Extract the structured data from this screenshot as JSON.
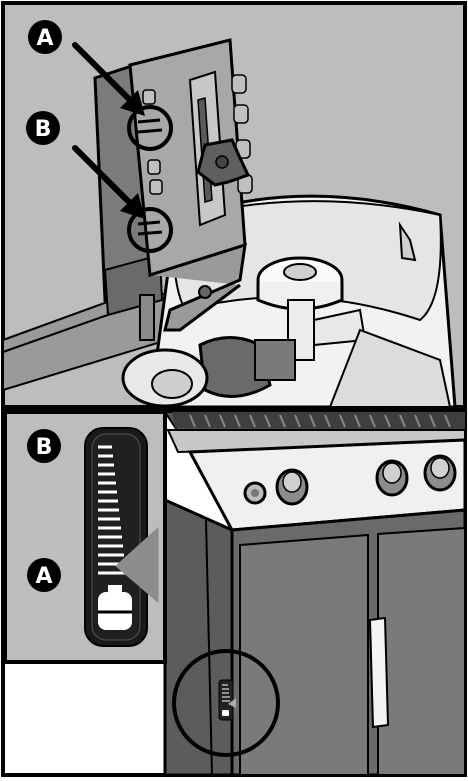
{
  "illustration": {
    "type": "instruction-manual-diagram",
    "top_panel": {
      "callouts": [
        {
          "letter": "A"
        },
        {
          "letter": "B"
        }
      ]
    },
    "bottom_panel": {
      "gauge_labels": [
        {
          "letter": "B"
        },
        {
          "letter": "A"
        }
      ],
      "gauge_indicator_level": 0.28
    },
    "colors": {
      "outline": "#000000",
      "dark_gray": "#5a5a5a",
      "mid_gray": "#8c8c8c",
      "light_gray": "#d9d9d9",
      "background_gray": "#bdbdbd",
      "white": "#ffffff"
    }
  }
}
